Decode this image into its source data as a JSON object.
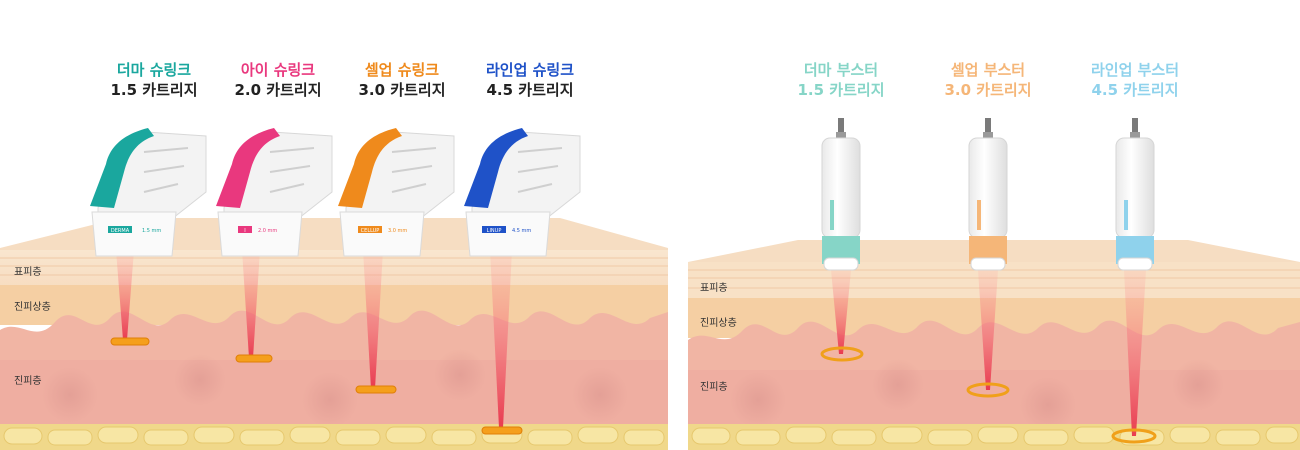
{
  "left": {
    "items": [
      {
        "name": "더마 슈링크",
        "spec": "1.5 카트리지",
        "color": "#1aa79e",
        "tag": "DERMA",
        "size": "1.5 mm"
      },
      {
        "name": "아이 슈링크",
        "spec": "2.0 카트리지",
        "color": "#e9387e",
        "tag": "I",
        "size": "2.0 mm"
      },
      {
        "name": "셀업 슈링크",
        "spec": "3.0 카트리지",
        "color": "#ef8a1c",
        "tag": "CELLUP",
        "size": "3.0 mm"
      },
      {
        "name": "라인업 슈링크",
        "spec": "4.5 카트리지",
        "color": "#1f52c8",
        "tag": "LINUP",
        "size": "4.5 mm"
      }
    ],
    "layers": {
      "epidermis": "표피층",
      "upper_dermis": "진피상층",
      "dermis": "진피층"
    }
  },
  "right": {
    "items": [
      {
        "name": "더마 부스터",
        "spec": "1.5 카트리지",
        "color": "#86d5c7"
      },
      {
        "name": "셀업 부스터",
        "spec": "3.0 카트리지",
        "color": "#f5b678"
      },
      {
        "name": "라인업 부스터",
        "spec": "4.5 카트리지",
        "color": "#8fd2ec"
      }
    ],
    "layers": {
      "epidermis": "표피층",
      "upper_dermis": "진피상층",
      "dermis": "진피층"
    }
  }
}
